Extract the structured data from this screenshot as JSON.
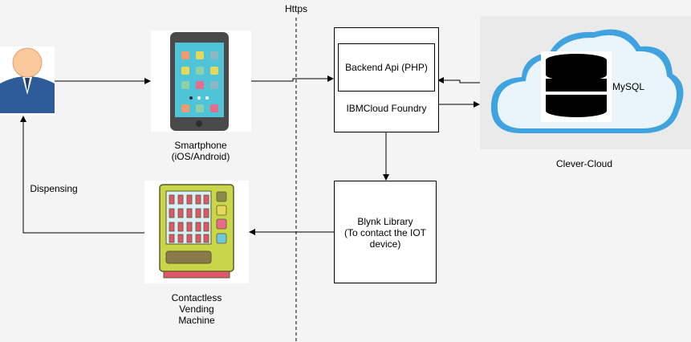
{
  "diagram": {
    "https_label": "Https",
    "smartphone_label": "Smartphone\n(iOS/Android)",
    "vending_label": "Contactless\nVending\nMachine",
    "dispensing_label": "Dispensing",
    "backend_api_label": "Backend Api (PHP)",
    "ibmcloud_label": "IBMCloud Foundry",
    "blynk_label": "Blynk Library\n(To contact the IOT\ndevice)",
    "mysql_label": "MySQL",
    "clever_cloud_label": "Clever-Cloud"
  },
  "colors": {
    "person_head": "#f9c89b",
    "person_body": "#2e5c9a",
    "phone_body": "#4a4a4a",
    "phone_screen": "#4fc3d8",
    "cloud_fill": "#3fa3e0",
    "vending_body": "#c9d64a",
    "vending_base": "#e0566a",
    "vending_glass": "#d9eef5"
  },
  "icons": [
    "person-icon",
    "smartphone-icon",
    "vending-machine-icon",
    "cloud-icon",
    "database-icon"
  ]
}
